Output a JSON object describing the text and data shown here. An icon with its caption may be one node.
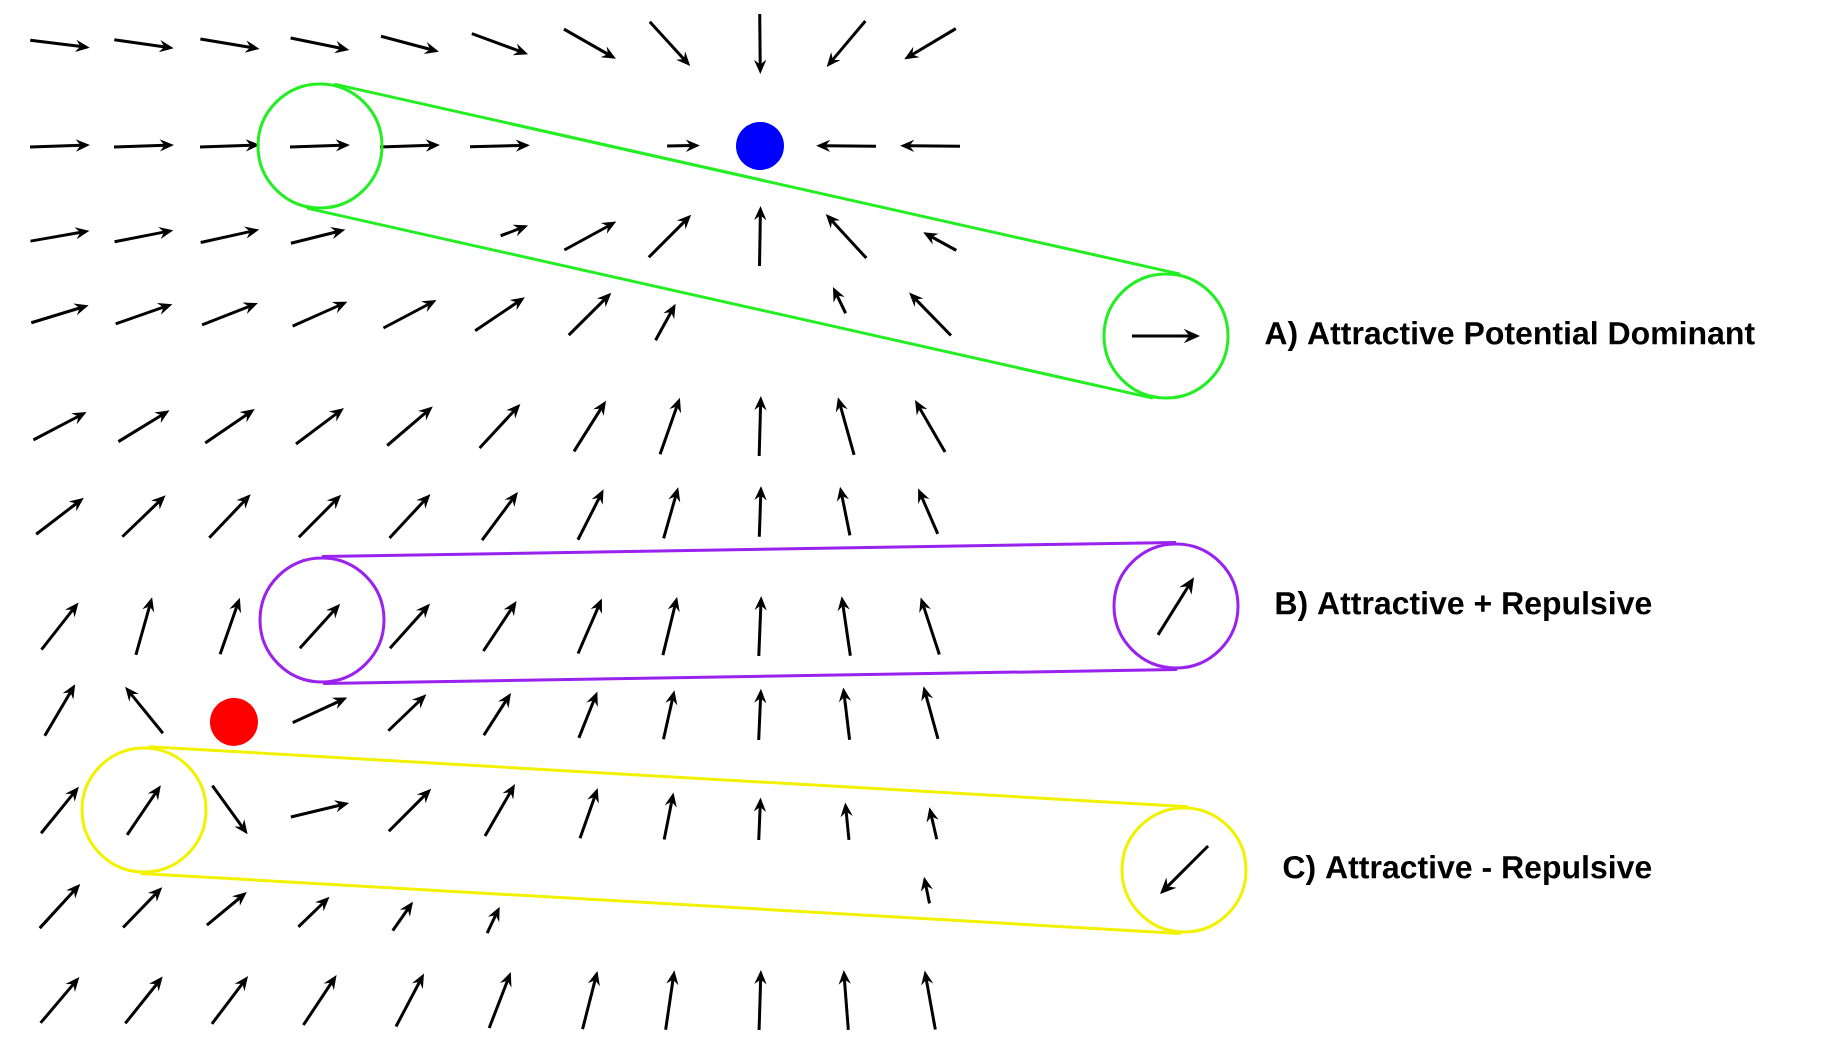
{
  "diagram": {
    "nodes": [
      {
        "text": [],
        "shape": "circle"
      },
      {
        "text": [],
        "shape": "circle",
        "beside": [
          "A) Attractive Potential Dominant"
        ]
      },
      {
        "text": [],
        "shape": "circle"
      },
      {
        "text": [],
        "shape": "circle",
        "beside": [
          "B) Attractive + Repulsive"
        ]
      },
      {
        "text": [],
        "shape": "circle"
      },
      {
        "text": [],
        "shape": "circle",
        "beside": [
          "C) Attractive - Repulsive"
        ]
      }
    ],
    "edges": [
      {
        "from": 0,
        "to": 1,
        "arrow": "none",
        "color": "#22ee22"
      },
      {
        "from": 0,
        "to": 1,
        "arrow": "none",
        "color": "#22ee22"
      },
      {
        "from": 2,
        "to": 3,
        "arrow": "none",
        "color": "#9922ee"
      },
      {
        "from": 2,
        "to": 3,
        "arrow": "none",
        "color": "#9922ee"
      },
      {
        "from": 4,
        "to": 5,
        "arrow": "none",
        "color": "#f2f200"
      },
      {
        "from": 4,
        "to": 5,
        "arrow": "none",
        "color": "#f2f200"
      }
    ]
  }
}
